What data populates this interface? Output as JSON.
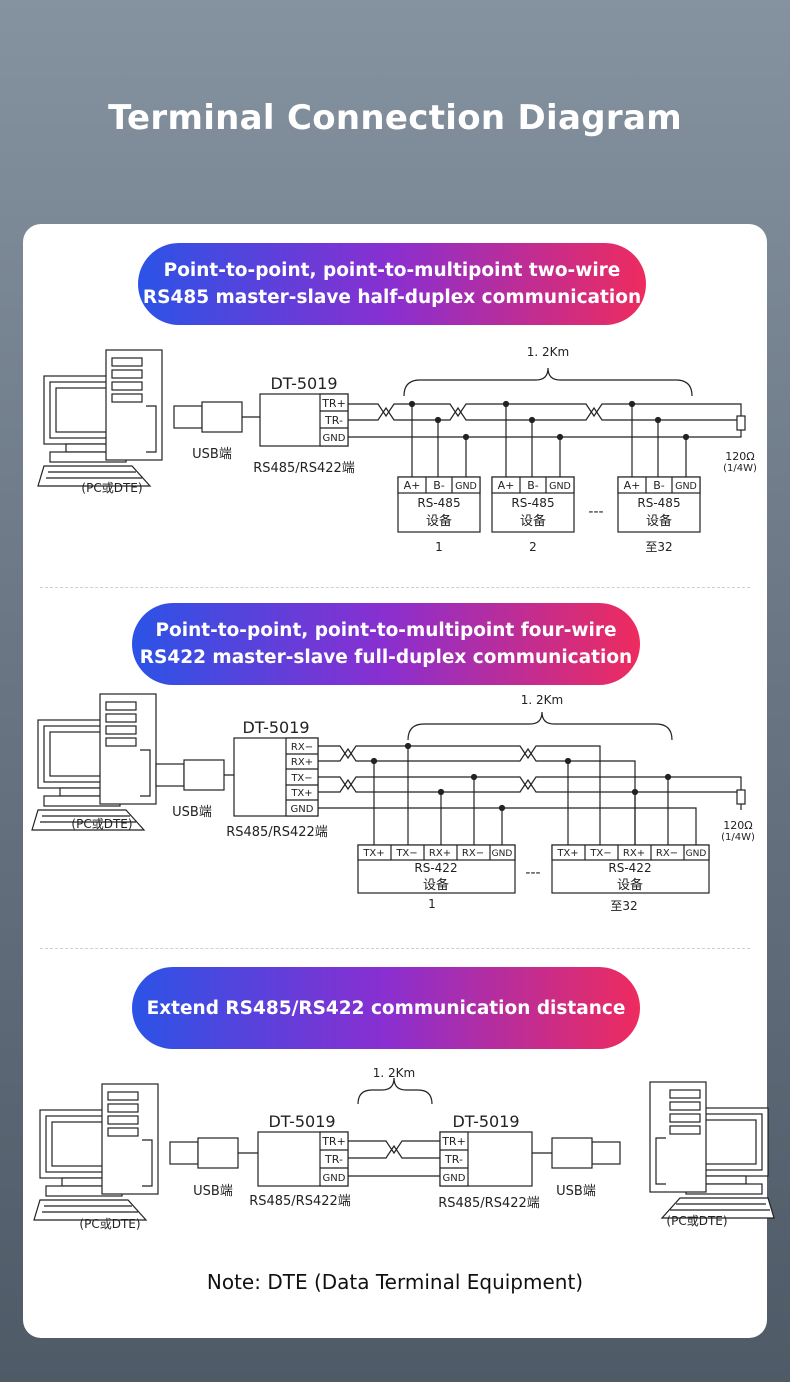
{
  "page": {
    "title": "Terminal Connection Diagram",
    "note": "Note: DTE (Data Terminal Equipment)"
  },
  "section1": {
    "heading_line1": "Point-to-point, point-to-multipoint two-wire",
    "heading_line2": "RS485 master-slave half-duplex communication",
    "distance": "1. 2Km",
    "converter_name": "DT-5019",
    "pins": [
      "TR+",
      "TR-",
      "GND"
    ],
    "usb_label": "USB端",
    "port_label": "RS485/RS422端",
    "pc_label": "(PC或DTE)",
    "resistor_line1": "120Ω",
    "resistor_line2": "(1/4W)",
    "device_pins": [
      "A+",
      "B-",
      "GND"
    ],
    "device_model": "RS-485",
    "device_word": "设备",
    "device_numbers": [
      "1",
      "2",
      "至32"
    ],
    "ellipsis": "---"
  },
  "section2": {
    "heading_line1": "Point-to-point, point-to-multipoint four-wire",
    "heading_line2": "RS422 master-slave full-duplex communication",
    "distance": "1. 2Km",
    "converter_name": "DT-5019",
    "pins": [
      "RX−",
      "RX+",
      "TX−",
      "TX+",
      "GND"
    ],
    "usb_label": "USB端",
    "port_label": "RS485/RS422端",
    "pc_label": "(PC或DTE)",
    "resistor_line1": "120Ω",
    "resistor_line2": "(1/4W)",
    "device_pins": [
      "TX+",
      "TX−",
      "RX+",
      "RX−",
      "GND"
    ],
    "device_model": "RS-422",
    "device_word": "设备",
    "device_numbers": [
      "1",
      "至32"
    ],
    "ellipsis": "---"
  },
  "section3": {
    "heading": "Extend RS485/RS422 communication distance",
    "distance": "1. 2Km",
    "converter_name": "DT-5019",
    "pins": [
      "TR+",
      "TR-",
      "GND"
    ],
    "usb_label": "USB端",
    "port_label": "RS485/RS422端",
    "pc_label": "(PC或DTE)"
  },
  "colors": {
    "gradient_start": "#2b53e6",
    "gradient_mid": "#8a2fd0",
    "gradient_end": "#ee2b5e",
    "line": "#222222"
  }
}
